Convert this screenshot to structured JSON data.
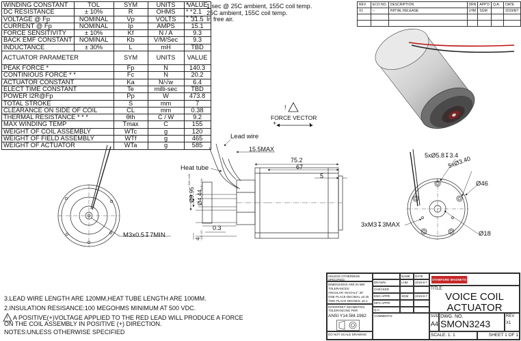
{
  "spec_table": {
    "header1": [
      "WINDING CONSTANT",
      "TOL",
      "SYM",
      "UNITS",
      "VALUE"
    ],
    "rows1": [
      [
        "DC RESISTANCE",
        "± 10%",
        "R",
        "OHMS",
        "2.1"
      ],
      [
        "VOLTAGE @ Fp",
        "NOMINAL",
        "Vp",
        "VOLTS",
        "31.5"
      ],
      [
        "CURRENT @ Fp",
        "NOMINAL",
        "Ip",
        "AMPS",
        "15.1"
      ],
      [
        "FORCE SENSITIVITY",
        "± 10%",
        "Kf",
        "N / A",
        "9.3"
      ],
      [
        "BACK EMF CONSTANT",
        "NOMINAL",
        "Kb",
        "V/M/Sec",
        "9.3"
      ],
      [
        "INDUCTANCE",
        "± 30%",
        "L",
        "mH",
        "TBD"
      ]
    ],
    "header2": [
      "ACTUATOR PARAMETER",
      "SYM",
      "UNITS",
      "VALUE"
    ],
    "rows2": [
      [
        "PEAK FORCE    *",
        "Fp",
        "N",
        "140.3"
      ],
      [
        "CONTINIOUS FORCE    * *",
        "Fc",
        "N",
        "20.2"
      ],
      [
        "ACTUATOR CONSTANT",
        "Ka",
        "N/√w",
        "6.4"
      ],
      [
        "ELECT TIME CONSTANT",
        "Te",
        "milli-sec",
        "TBD"
      ],
      [
        "POWER I2R@Fp",
        "Pp",
        "W",
        "473.8"
      ],
      [
        "TOTAL STROKE",
        "S",
        "mm",
        "7"
      ],
      [
        "CLEARANCE ON SIDE OF COIL",
        "CL",
        "mm",
        "0.38"
      ],
      [
        "THERMAL RESISTANCE * * *",
        "θth",
        "C / W",
        "9.2"
      ],
      [
        "MAX WINDING TEMP",
        "Tmax",
        "C",
        "155"
      ],
      [
        "WEIGHT OF COIL ASSEMBLY",
        "WTc",
        "g",
        "120"
      ],
      [
        "WEIGHT OF FIELD ASSEMBLY",
        "WTf",
        "g",
        "465"
      ],
      [
        "WEIGHT OF ACTUATOR",
        "WTa",
        "g",
        "585"
      ]
    ]
  },
  "footnotes": {
    "stars": [
      "*",
      "* *",
      "* * *"
    ],
    "lines": [
      "1 sec @ 25C ambient, 155C coil temp.",
      "25C ambient, 155C coil temp.",
      "In free air."
    ]
  },
  "revision_table": {
    "headers": [
      "REV",
      "ECO NO.",
      "DESCRIPTION",
      "DRN",
      "APP'D",
      "Q.A.",
      "DATE"
    ],
    "row": [
      "X1",
      "--",
      "INITIAL RELEASE",
      "LHM",
      "SGM",
      "",
      "2019/8/7"
    ]
  },
  "force_vector": {
    "label": "FORCE VECTOR",
    "plus": "+",
    "minus": "-",
    "warn": "!"
  },
  "side_view": {
    "lead_wire": "Lead wire",
    "heat_tube": "Heat tube",
    "dim_15_5": "15.5MAX",
    "dim_75_2": "75.2",
    "dim_67": "67",
    "dim_5": "5",
    "dim_9_95": "Ø9.95",
    "tol_9_95": "+0.02 / -0.00",
    "dim_4_44": "Ø4.44",
    "tol_4_44": "-0.05 / -0.14",
    "dim_0_3": "0.3",
    "dim_4": "4",
    "tol_4": "+0.5 / -0.5"
  },
  "left_view": {
    "thread": "M3x0.5↧7MIN"
  },
  "right_view": {
    "holes1": "5xØ5.8↧3.4",
    "holes2": "5xØ3.40",
    "dia46": "Ø46",
    "screws": "3xM3↧3MAX",
    "dia18": "Ø18"
  },
  "bottom_notes": [
    "3.LEAD WIRE LENGTH ARE 120MM,HEAT TUBE LENGTH ARE 100MM.",
    "2.INSULATION RESISANCE:100 MEGOHMS MINIMUM AT 500 VDC.",
    "A POSITIVE(+)VOLTAGE APPLIED TO THE RED LEAD WILL PRODUCE A FORCE",
    "ON THE COIL ASSEMBLY IN POSITIVE (+) DIRECTION.",
    "NOTES:UNLESS OTHERWISE SPECIFIED"
  ],
  "note1_number": "1",
  "title_block": {
    "unless": "UNLESS OTHERWISE SPECIFIED:",
    "dims": "DIMENSIONS ARE IN MM",
    "tol": "TOLERANCES:",
    "angular": "ANGULAR: MACH±1° 30'",
    "one_place": "ONE PLACE DECIMAL  ±0.25",
    "two_place": "TWO PLACE DECIMAL  ±0.1",
    "interpret": "INTERPRET GEOMETRIC TOLERANCING PER:",
    "ansi": "ANSI Y14.5M-1982",
    "do_not_scale": "DO NOT SCALE DRAWING",
    "name_h": "NAME",
    "date_h": "DATE",
    "drawn": "DRAWN",
    "drawn_name": "LHM",
    "drawn_date": "2019-8-7",
    "checked": "CHECKED",
    "eng": "ENG APPR.",
    "eng_name": "SGM",
    "eng_date": "2019-8-7",
    "mfg": "MFG APPR.",
    "qa": "Q.A.",
    "comments": "COMMENTS:",
    "brand": "STANFORD MAGNETS",
    "title_label": "TITLE:",
    "title1": "VOICE COIL",
    "title2": "ACTUATOR",
    "size_label": "SIZE",
    "size": "A4",
    "dwg_label": "DWG.  NO.",
    "dwg": "SMON3243",
    "rev_label": "REV",
    "rev": "X1",
    "scale": "SCALE: 1:  1",
    "sheet": "SHEET 1 OF 1"
  }
}
